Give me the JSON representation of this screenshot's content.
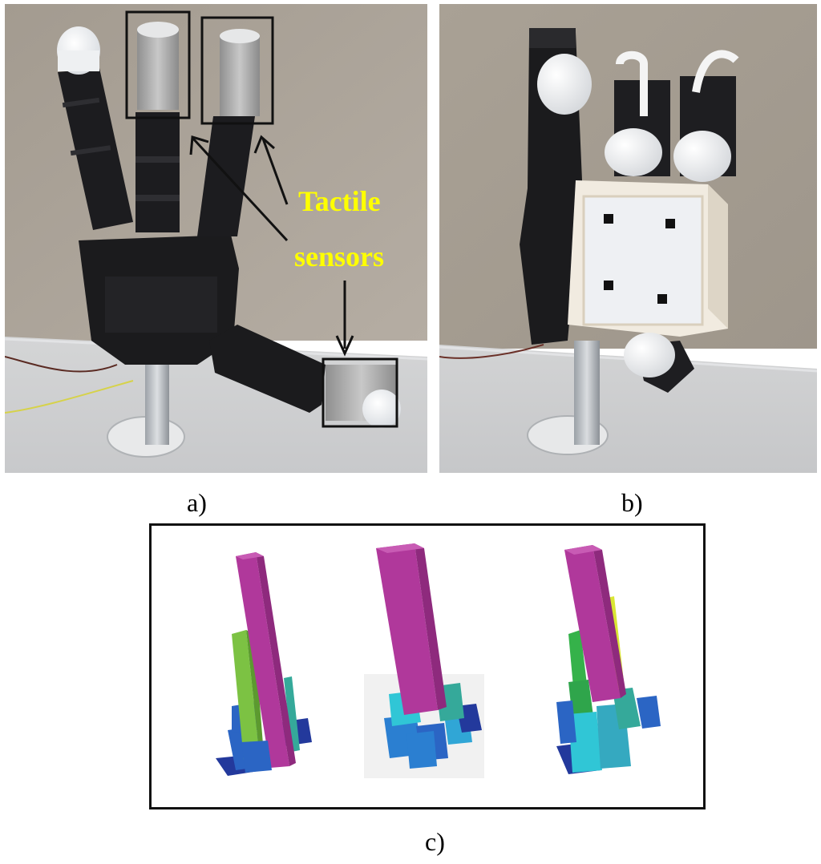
{
  "figure": {
    "annotation": {
      "line1": "Tactile",
      "line2": "sensors",
      "color": "#ffff00"
    },
    "captions": {
      "a": "a)",
      "b": "b)",
      "c": "c)"
    },
    "colors": {
      "magenta": "#b0389b",
      "green": "#7cc243",
      "teal": "#35a99a",
      "cyan": "#30c6d6",
      "blue": "#2b65c4",
      "navy": "#23399c",
      "yellow": "#d9e633",
      "robot_black": "#1b1b1d",
      "wall": "#a79f94"
    },
    "icons": [
      "robot-hand-photo",
      "grasped-cube-photo",
      "tactile-sensor-box",
      "pointer-arrow",
      "bar-visualization"
    ]
  }
}
